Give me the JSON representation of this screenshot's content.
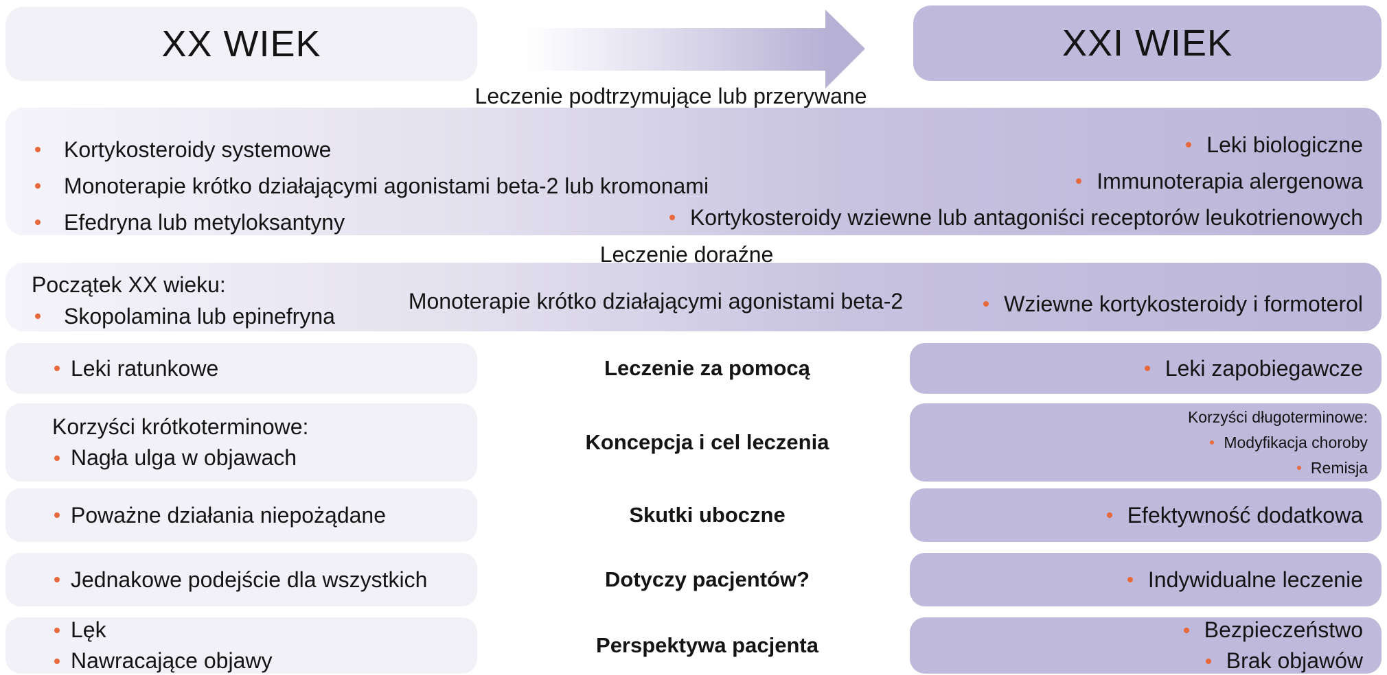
{
  "header": {
    "left_title": "XX WIEK",
    "right_title": "XXI WIEK",
    "arrow_label": "Leczenie podtrzymujące lub przerywane"
  },
  "band1": {
    "left_items": [
      "Kortykosteroidy systemowe",
      "Monoterapie krótko działającymi agonistami beta-2 lub kromonami",
      "Efedryna lub metyloksantyny"
    ],
    "right_items": [
      "Leki biologiczne",
      "Immunoterapia alergenowa",
      "Kortykosteroidy wziewne lub antagoniści receptorów leukotrienowych"
    ]
  },
  "band2": {
    "label_above": "Leczenie doraźne",
    "left_heading": "Początek XX wieku:",
    "left_items": [
      "Skopolamina lub epinefryna"
    ],
    "center_text": "Monoterapie krótko działającymi agonistami beta-2",
    "right_items": [
      "Wziewne kortykosteroidy i formoterol"
    ]
  },
  "rows": [
    {
      "left_items": [
        "Leki ratunkowe"
      ],
      "center": "Leczenie za pomocą",
      "right_items": [
        "Leki zapobiegawcze"
      ]
    },
    {
      "left_heading": "Korzyści krótkoterminowe:",
      "left_items": [
        "Nagła ulga w objawach"
      ],
      "center": "Koncepcja i cel leczenia",
      "right_heading": "Korzyści długoterminowe:",
      "right_items": [
        "Modyfikacja choroby",
        "Remisja"
      ]
    },
    {
      "left_items": [
        "Poważne działania niepożądane"
      ],
      "center": "Skutki uboczne",
      "right_items": [
        "Efektywność dodatkowa"
      ]
    },
    {
      "left_items": [
        "Jednakowe podejście dla wszystkich"
      ],
      "center": "Dotyczy pacjentów?",
      "right_items": [
        "Indywidualne leczenie"
      ]
    },
    {
      "left_items": [
        "Lęk",
        "Nawracające objawy"
      ],
      "center": "Perspektywa pacjenta",
      "right_items": [
        "Bezpieczeństwo",
        "Brak objawów"
      ]
    }
  ],
  "colors": {
    "accent_bullet": "#E8693C",
    "light_box": "#F2F1F7",
    "purple_box": "#BFB9DC",
    "band_gradient_start": "#F5F4FA",
    "band_gradient_end": "#BCB6D9",
    "arrow_purple": "#B7B1D5",
    "text": "#141414"
  }
}
